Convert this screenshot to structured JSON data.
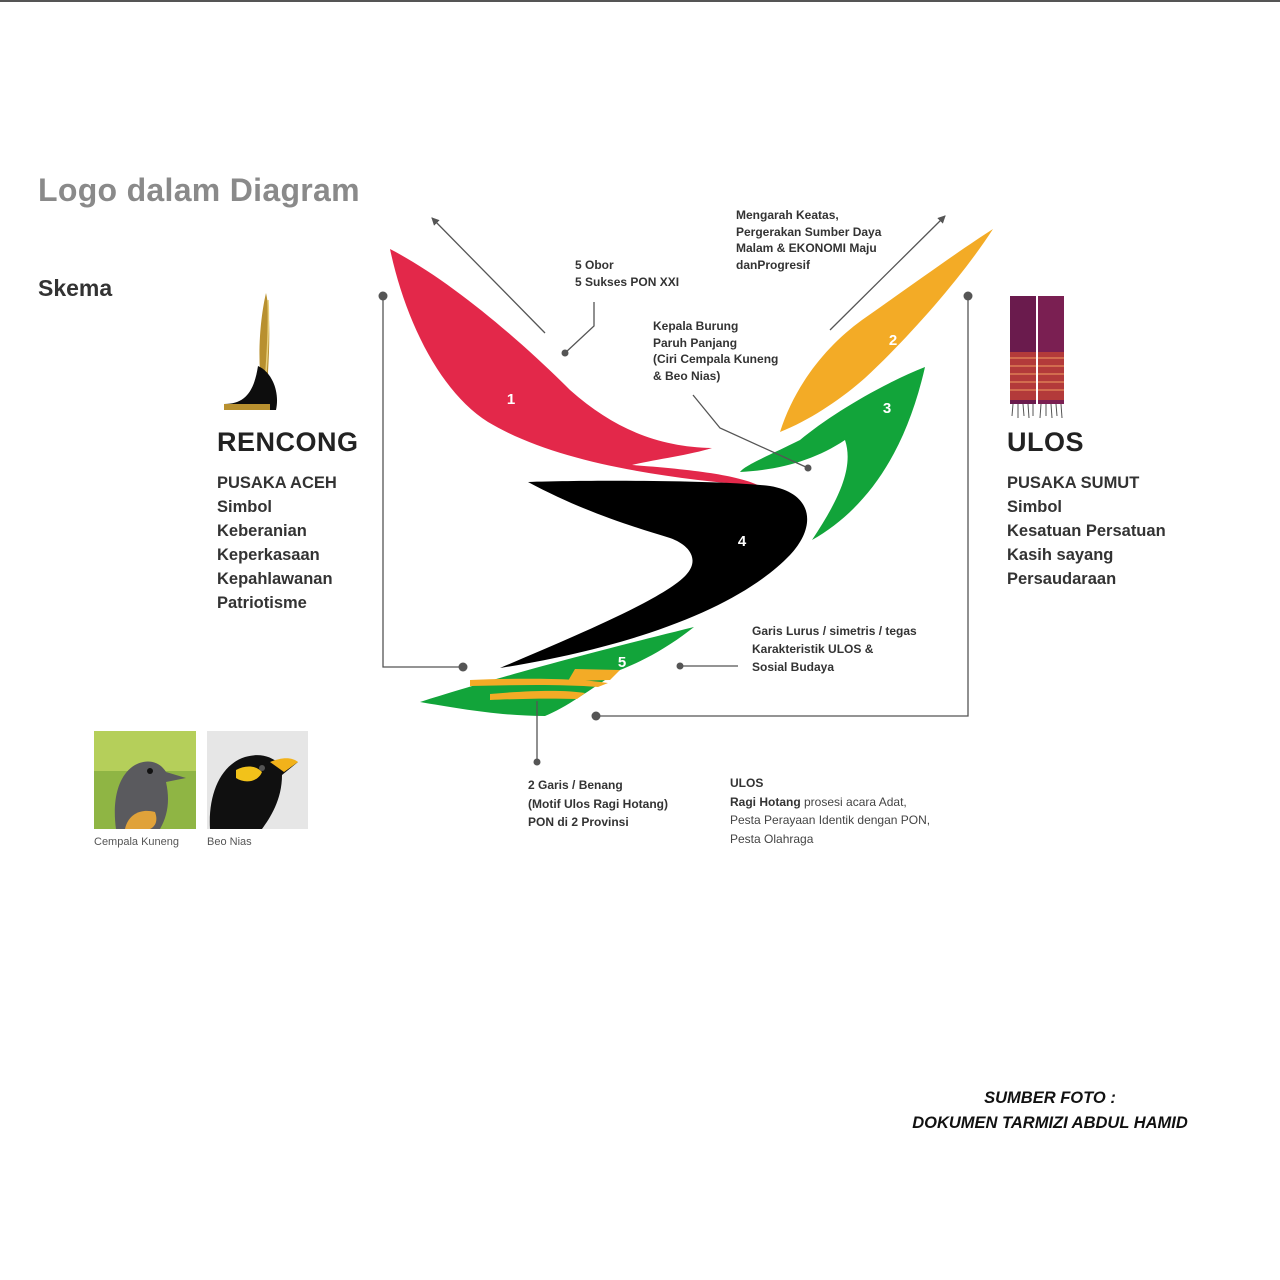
{
  "heading": "Logo dalam Diagram",
  "subheading": "Skema",
  "rencong": {
    "title": "RENCONG",
    "items": [
      "PUSAKA ACEH",
      "Simbol",
      "Keberanian",
      "Keperkasaan",
      "Kepahlawanan",
      "Patriotisme"
    ]
  },
  "ulos": {
    "title": "ULOS",
    "items": [
      "PUSAKA SUMUT",
      "Simbol",
      "Kesatuan Persatuan",
      "Kasih sayang",
      "Persaudaraan"
    ]
  },
  "annotations": {
    "obor": [
      "5 Obor",
      "5 Sukses PON XXI"
    ],
    "arah": [
      "Mengarah Keatas,",
      "Pergerakan Sumber Daya",
      "Malam & EKONOMI Maju",
      "danProgresif"
    ],
    "kepala": [
      "Kepala Burung",
      "Paruh Panjang",
      "(Ciri Cempala Kuneng",
      "& Beo Nias)"
    ],
    "garis_lurus": [
      "Garis Lurus / simetris / tegas",
      "Karakteristik ULOS &",
      "Sosial Budaya"
    ],
    "garis_benang": [
      "2 Garis / Benang",
      "(Motif Ulos Ragi Hotang)",
      "PON di 2 Provinsi"
    ],
    "ulos_note": {
      "line1": "ULOS",
      "line2_bold": "Ragi Hotang",
      "line2_rest": " prosesi acara Adat,",
      "line3": "Pesta Perayaan Identik dengan PON,",
      "line4": "Pesta Olahraga"
    }
  },
  "segments": [
    "1",
    "2",
    "3",
    "4",
    "5"
  ],
  "birds": {
    "left_caption": "Cempala Kuneng",
    "right_caption": "Beo Nias"
  },
  "source": {
    "line1": "SUMBER FOTO :",
    "line2": "DOKUMEN TARMIZI ABDUL HAMID"
  },
  "colors": {
    "red": "#e3284a",
    "orange": "#f3ab26",
    "green": "#12a43a",
    "black": "#000000",
    "connector": "#555555"
  },
  "icons": {
    "rencong": "rencong-dagger-icon",
    "ulos": "ulos-textile-icon"
  }
}
